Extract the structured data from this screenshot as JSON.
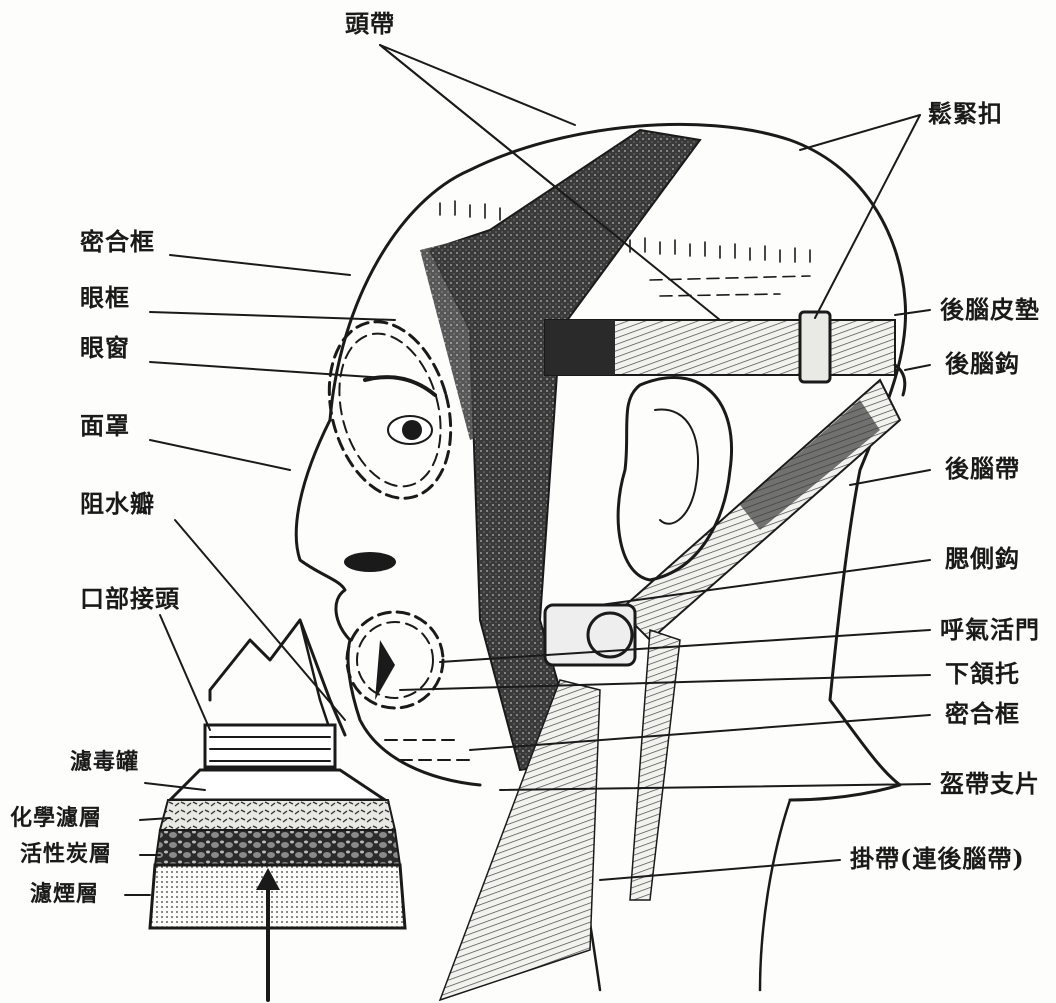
{
  "labels": {
    "head_strap": "頭帶",
    "tension_buckle": "鬆緊扣",
    "seal_frame_top": "密合框",
    "eye_frame": "眼框",
    "eye_window": "眼窗",
    "face_mask": "面罩",
    "water_valve": "阻水瓣",
    "mouth_connector": "口部接頭",
    "rear_pad": "後腦皮墊",
    "rear_hook": "後腦鈎",
    "rear_strap": "後腦帶",
    "side_hook": "腮側鈎",
    "exhale_valve": "呼氣活門",
    "chin_rest": "下頷托",
    "seal_frame_lower": "密合框",
    "strap_plate": "盔帶支片",
    "hanging_strap": "掛帶(連後腦帶)",
    "canister": "濾毒罐",
    "chemical_layer": "化學濾層",
    "carbon_layer": "活性炭層",
    "smoke_layer": "濾煙層"
  }
}
